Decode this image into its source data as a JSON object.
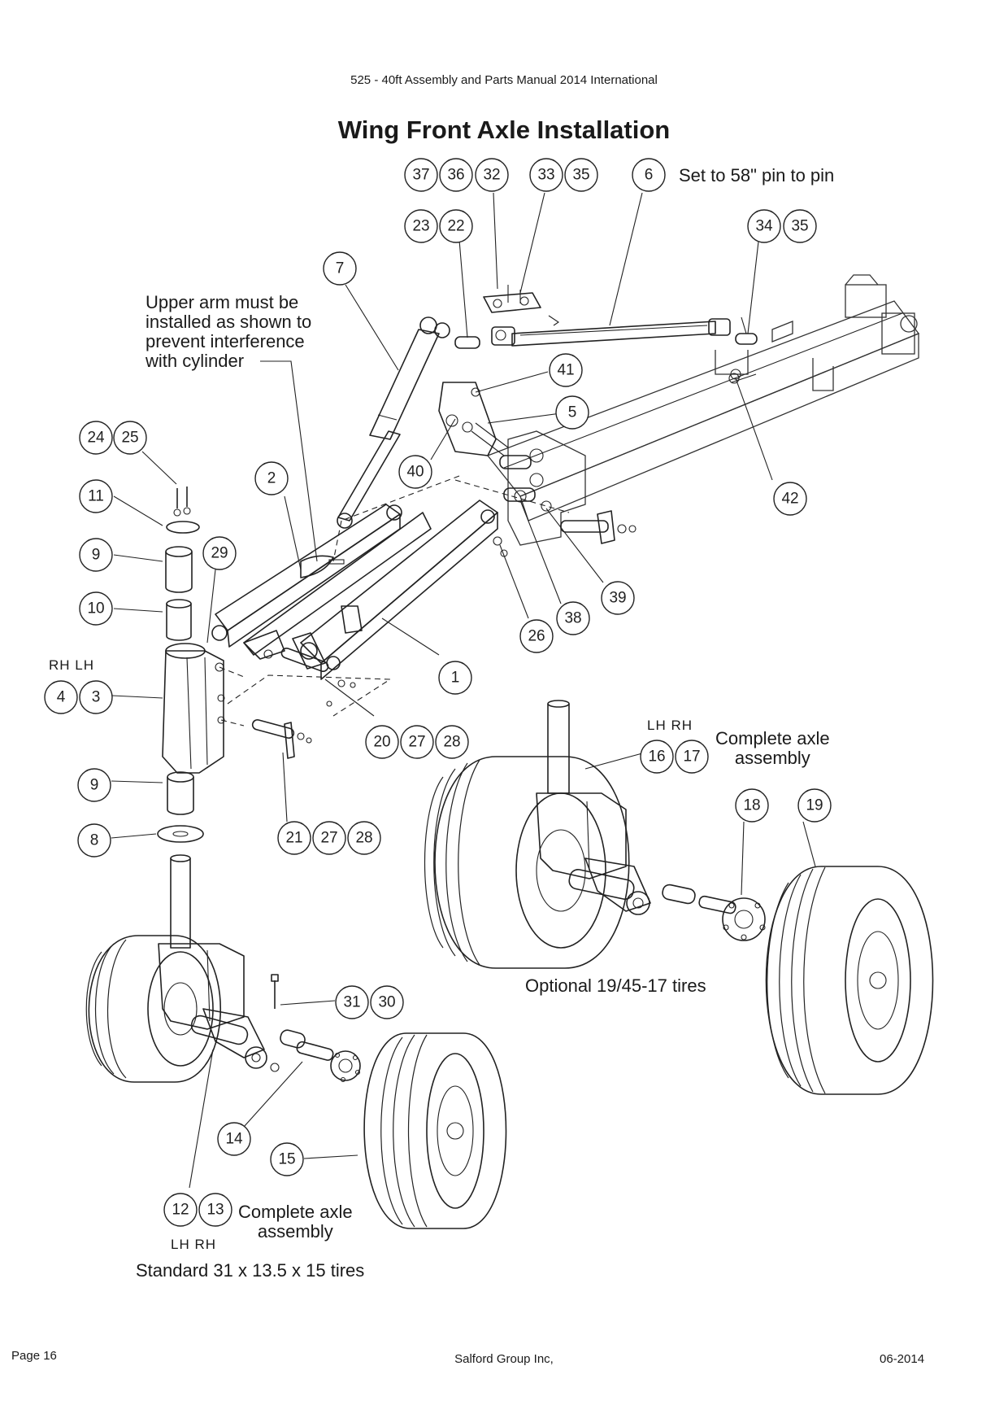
{
  "header": {
    "manual": "525 - 40ft Assembly and Parts Manual 2014 International",
    "title": "Wing Front Axle Installation"
  },
  "notes": {
    "pin_setting": "Set to 58\" pin to pin",
    "upper_arm": "Upper arm must be\ninstalled as shown to\nprevent interference\nwith cylinder",
    "complete_axle_optional": "Complete axle\nassembly",
    "optional_tires": "Optional 19/45-17 tires",
    "complete_axle_standard": "Complete axle\nassembly",
    "standard_tires": "Standard 31 x 13.5 x 15 tires"
  },
  "side_labels": {
    "rh_lh_top": "RH   LH",
    "lh_rh_optional": "LH   RH",
    "lh_rh_standard": "LH   RH"
  },
  "callouts": [
    "37",
    "36",
    "32",
    "33",
    "35",
    "6",
    "23",
    "22",
    "34",
    "35",
    "7",
    "41",
    "5",
    "24",
    "25",
    "40",
    "2",
    "42",
    "11",
    "29",
    "9",
    "10",
    "39",
    "38",
    "26",
    "1",
    "4",
    "3",
    "20",
    "27",
    "28",
    "16",
    "17",
    "9",
    "18",
    "19",
    "8",
    "21",
    "27",
    "28",
    "31",
    "30",
    "14",
    "15",
    "12",
    "13"
  ],
  "footer": {
    "page": "Page 16",
    "company": "Salford Group Inc,",
    "date": "06-2014"
  }
}
